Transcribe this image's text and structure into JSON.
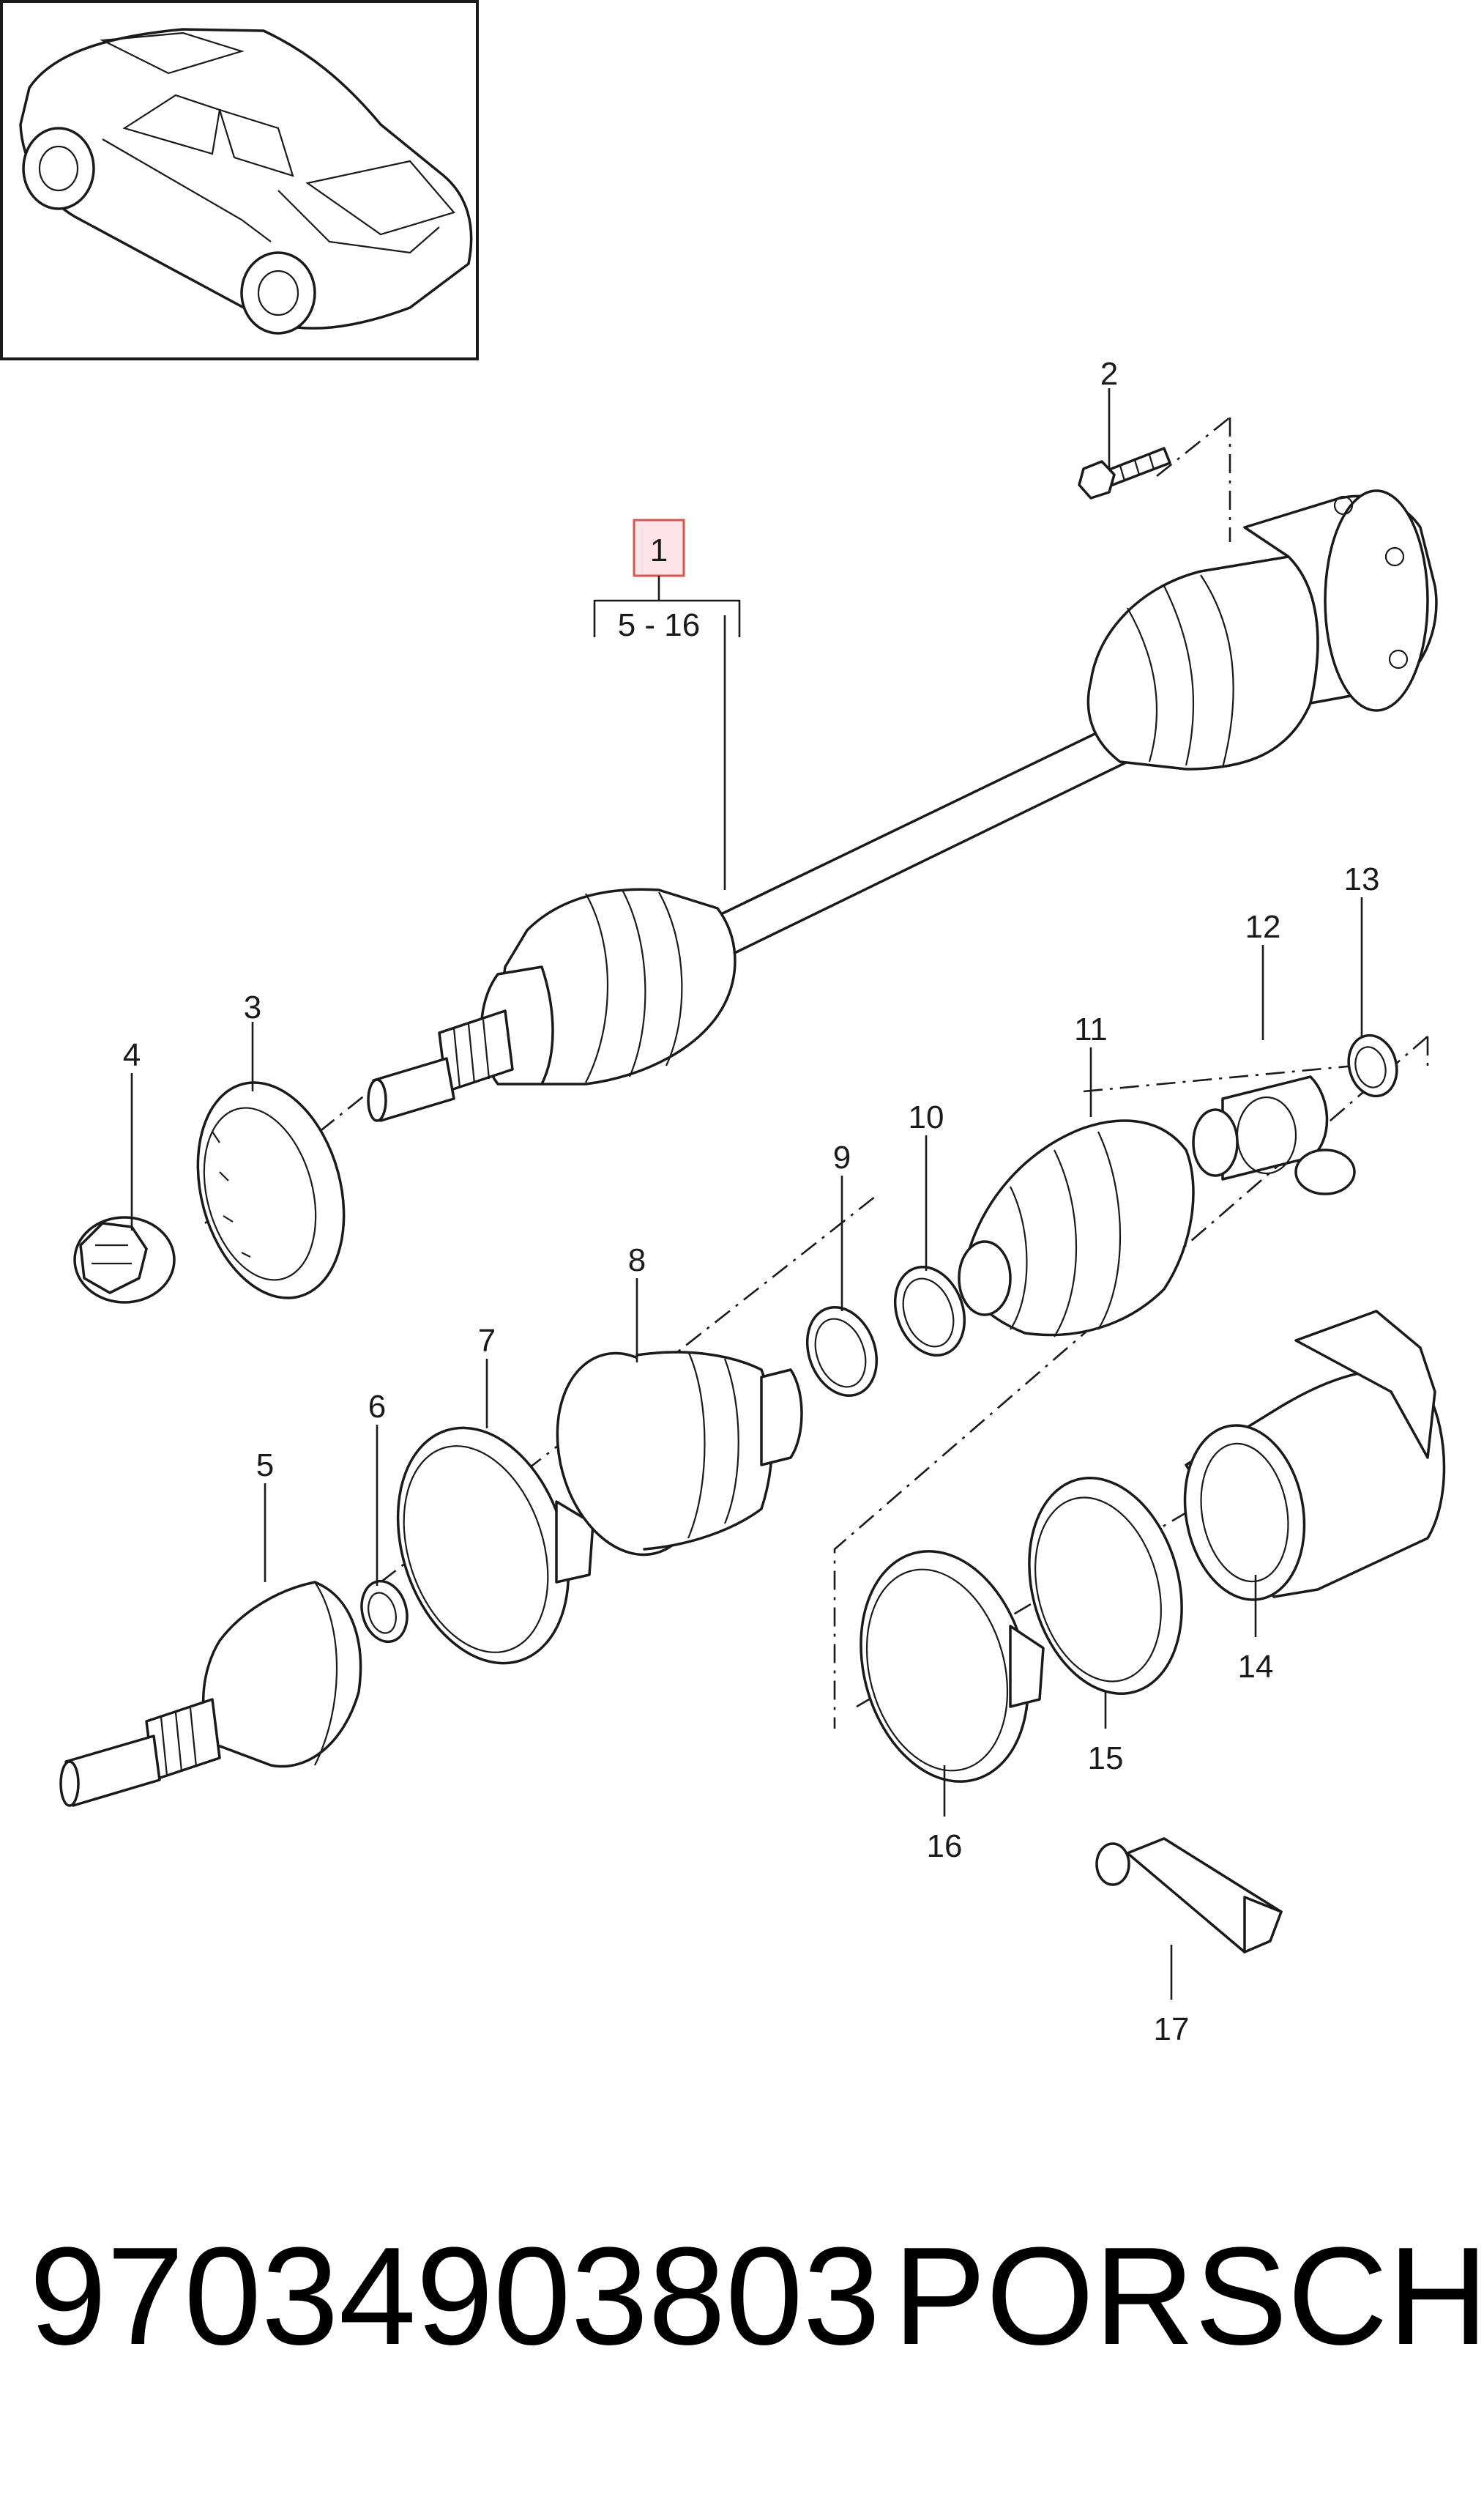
{
  "callouts": {
    "c1": "1",
    "range": "5 - 16",
    "c2": "2",
    "c3": "3",
    "c4": "4",
    "c5": "5",
    "c6": "6",
    "c7": "7",
    "c8": "8",
    "c9": "9",
    "c10": "10",
    "c11": "11",
    "c12": "12",
    "c13": "13",
    "c14": "14",
    "c15": "15",
    "c16": "16",
    "c17": "17"
  },
  "footer": {
    "part_number": "97034903803",
    "brand": "PORSCHE"
  },
  "colors": {
    "line": "#1a1a1a",
    "highlight_fill": "#fbe3e6",
    "highlight_stroke": "#d9534f"
  }
}
